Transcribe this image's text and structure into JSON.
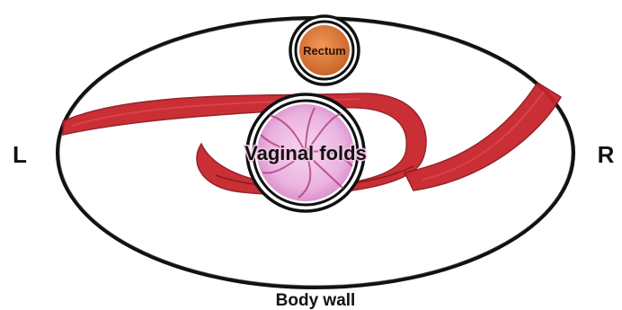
{
  "labels": {
    "left": "L",
    "right": "R",
    "bottom": "Body wall",
    "rectum": "Rectum",
    "vaginal": "Vaginal folds"
  },
  "colors": {
    "outline": "#111111",
    "ligament": "#c8242c",
    "ligament_dark": "#8e1a1f",
    "rectum_fill": "#e07a3a",
    "vaginal_fill": "#f1c2e8",
    "vaginal_fold": "#b0327a"
  }
}
